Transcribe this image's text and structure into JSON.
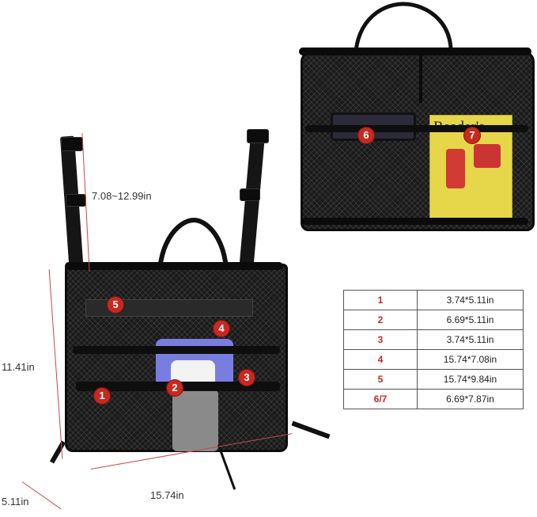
{
  "left_product": {
    "dimensions": {
      "strap_length": "7.08~12.99in",
      "height": "11.41in",
      "width": "15.74in",
      "depth": "5.11in"
    },
    "badges": [
      "1",
      "2",
      "3",
      "4",
      "5"
    ]
  },
  "right_product": {
    "badges": [
      "6",
      "7"
    ],
    "magazine_title": "Reader's"
  },
  "spec_table": {
    "rows": [
      {
        "pocket": "1",
        "size": "3.74*5.11in"
      },
      {
        "pocket": "2",
        "size": "6.69*5.11in"
      },
      {
        "pocket": "3",
        "size": "3.74*5.11in"
      },
      {
        "pocket": "4",
        "size": "15.74*7.08in"
      },
      {
        "pocket": "5",
        "size": "15.74*9.84in"
      },
      {
        "pocket": "6/7",
        "size": "6.69*7.87in"
      }
    ]
  },
  "colors": {
    "badge": "#c8291f",
    "dimension_line": "#c44a4a",
    "product": "#1a1a1a"
  }
}
